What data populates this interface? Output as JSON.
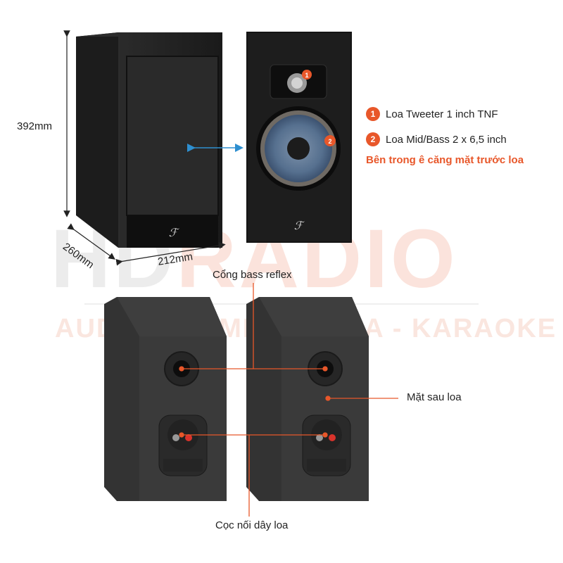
{
  "watermark": {
    "brand_hd": "HD",
    "brand_radio": "RADIO",
    "tagline": "AUDIO - HOME CINEMA - KARAOKE"
  },
  "dimensions": {
    "height": "392mm",
    "depth": "260mm",
    "width": "212mm"
  },
  "legend": [
    {
      "number": "1",
      "label": "Loa Tweeter 1 inch TNF"
    },
    {
      "number": "2",
      "label": "Loa Mid/Bass 2 x 6,5 inch"
    }
  ],
  "note": "Bên trong ê căng mặt trước loa",
  "callouts": {
    "bass_reflex": "Cổng bass reflex",
    "rear_panel": "Mặt sau loa",
    "terminals": "Cọc nối dây loa"
  },
  "colors": {
    "accent": "#e8572a",
    "arrow": "#2e8fd0",
    "cabinet": "#3a3a3a"
  }
}
